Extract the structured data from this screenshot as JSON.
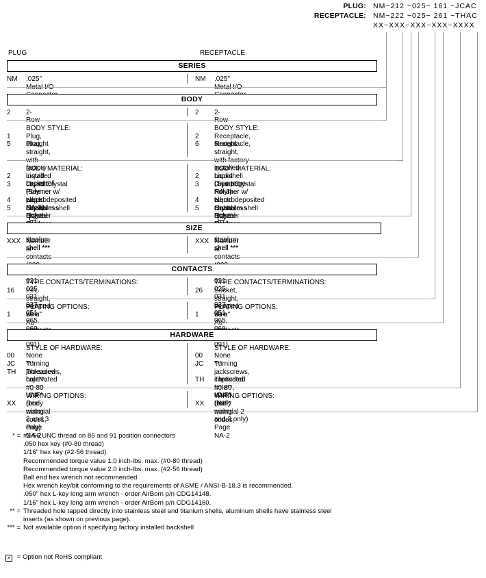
{
  "header": {
    "plug_label": "PLUG:",
    "plug_value": "NM−212 −025− 161 −JCAC",
    "receptacle_label": "RECEPTACLE:",
    "receptacle_value": "NM−222 −025− 261 −THAC",
    "mask_value": "XX−XXX−XXX−XXX−XXXX"
  },
  "captions": {
    "plug": "PLUG",
    "receptacle": "RECEPTACLE"
  },
  "sections": [
    {
      "title": "SERIES",
      "groups": [
        {
          "heading": "",
          "plug": [
            {
              "code": "NM",
              "text": ".025\" Metal I/O Connector"
            }
          ],
          "receptacle": [
            {
              "code": "NM",
              "text": ".025\" Metal I/O Connector"
            }
          ]
        }
      ]
    },
    {
      "title": "BODY",
      "groups": [
        {
          "heading": "",
          "plug": [
            {
              "code": "2",
              "text": "2-Row"
            }
          ],
          "receptacle": [
            {
              "code": "2",
              "text": "2-Row"
            }
          ]
        },
        {
          "heading": "BODY STYLE:",
          "plug": [
            {
              "code": "1",
              "text": "Plug, straight"
            },
            {
              "code": "5",
              "text": "Plug, straight, with factory installed backshell\n(See page NA-3)"
            }
          ],
          "receptacle": [
            {
              "code": "2",
              "text": "Receptacle, straight"
            },
            {
              "code": "6",
              "text": "Receptacle, straight, with factory installed backshell\n(See page NA-3)"
            }
          ]
        },
        {
          "heading": "BODY MATERIAL:",
          "plug": [
            {
              "code": "2",
              "text": "Liquid Crystal Polymer w/ electroless nickel shell"
            },
            {
              "code": "3",
              "text": "Liquid Crystal Polymer w/ electrodeposited\ncadmium shell",
              "rohs": true
            },
            {
              "code": "4",
              "text": "Liquid Crystal Polymer w/ stainless steel shell ***"
            },
            {
              "code": "5",
              "text": "Liquid Crystal Polymer w/ titanium shell ***"
            }
          ],
          "receptacle": [
            {
              "code": "2",
              "text": "Liquid Crystal Polymer w/ electroless nickel shell"
            },
            {
              "code": "3",
              "text": "Liquid Crystal Polymer w/ electrodeposited\ncadmium shell",
              "rohs": true
            },
            {
              "code": "4",
              "text": "Liquid Crystal Polymer w/ stainless steel shell ***"
            },
            {
              "code": "5",
              "text": "Liquid Crystal Polymer w/ titanium shell ***"
            }
          ]
        }
      ]
    },
    {
      "title": "SIZE",
      "groups": [
        {
          "heading": "",
          "plug": [
            {
              "code": "XXX",
              "text": "Number of contacts (009, 015, 021, 025, 031,\n037, 051, 065, 069, 085 or 091)"
            }
          ],
          "receptacle": [
            {
              "code": "XXX",
              "text": "Number of contacts (009, 015, 021, 025, 031,\n037, 051, 065, 069, 085, or 091)"
            }
          ]
        }
      ]
    },
    {
      "title": "CONTACTS",
      "groups": [
        {
          "heading": "TYPE CONTACTS/TERMINATIONS:",
          "plug": [
            {
              "code": "16",
              "text": "Pin, straight, crimped wire"
            }
          ],
          "receptacle": [
            {
              "code": "26",
              "text": "Socket, straight, crimped wire"
            }
          ]
        },
        {
          "heading": "PLATING OPTIONS:",
          "plug": [
            {
              "code": "1",
              "text": "50 u\" Au contacts"
            }
          ],
          "receptacle": [
            {
              "code": "1",
              "text": "50 u\" Au contacts"
            }
          ]
        }
      ]
    },
    {
      "title": "HARDWARE",
      "groups": [
        {
          "heading": "STYLE OF HARDWARE:",
          "plug": [
            {
              "code": "00",
              "text": "None ***"
            },
            {
              "code": "JC",
              "text": "Turning jackscrews, captivated #0-80 UNF*"
            },
            {
              "code": "TH",
              "text": "Threaded hole**, #0-80 UNF* (body material\n2 and 3 only)"
            }
          ],
          "receptacle": [
            {
              "code": "00",
              "text": "None ***"
            },
            {
              "code": "JC",
              "text": "Turning jackscrews, captivated #0-80 UNF* (body\nmaterial 2 and 3 only)"
            },
            {
              "code": "TH",
              "text": "Threaded hole**, #0-80 UNF*"
            }
          ]
        },
        {
          "heading": "WIRING OPTIONS:",
          "plug": [
            {
              "code": "XX",
              "text": "See wiring codes, Page NA-2"
            }
          ],
          "receptacle": [
            {
              "code": "XX",
              "text": "See wiring codes, Page NA-2"
            }
          ]
        }
      ]
    }
  ],
  "notes": [
    {
      "mark": "* =",
      "body": "#2-56 UNC thread on 85 and 91 position connectors\n.050 hex key (#0-80 thread)\n1/16\" hex key (#2-56 thread)\nRecommended torque value 1.0 inch-lbs. max. (#0-80 thread)\nRecommended torque value 2.0 inch-lbs. max. (#2-56 thread)\nBall end hex wrench not recommended\nHex wrench key/bit conforming to the requirements of ASME / ANSI-B-18.3 is recommended.\n.050\" hex L-key long arm wrench - order AirBorn p/n CDG14148.\n1/16\" hex L-key long arm wrench - order AirBorn p/n CDG14160."
    },
    {
      "mark": "** =",
      "body": "Threaded hole tapped directly into stainless steel and titanium shells, aluminum shells have stainless steel\ninserts (as shown on previous page)."
    },
    {
      "mark": "*** =",
      "body": "Not available option if specifying factory installed backshell"
    }
  ],
  "rohs_note": "= Option not RoHS compliant"
}
